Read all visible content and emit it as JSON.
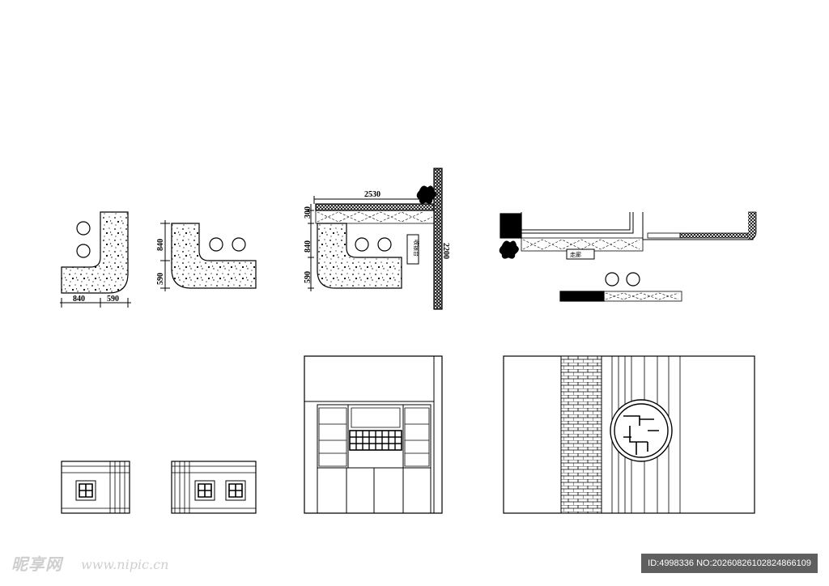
{
  "dimensions": {
    "d840": "840",
    "d590": "590",
    "d2530": "2530",
    "d300": "300",
    "d2200": "2200"
  },
  "labels": {
    "counter_label": "收银台",
    "corridor_label": "走廊",
    "vertical_label": "收银台"
  },
  "watermark": {
    "logo_text": "昵享网",
    "url": "www.nipic.cn",
    "id_text": "ID:4998336 NO:20260826102824866109"
  },
  "colors": {
    "ink": "#000000",
    "paper": "#ffffff"
  }
}
